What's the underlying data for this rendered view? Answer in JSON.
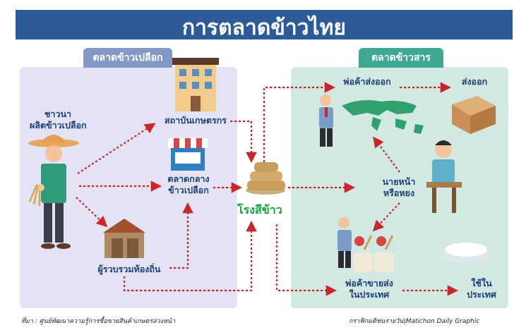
{
  "title": "การตลาดข้าวไทย",
  "left_panel": {
    "tab": "ตลาดข้าวเปลือก",
    "farmer_line1": "ชาวนา",
    "farmer_line2": "ผลิตข้าวเปลือก",
    "institute": "สถาบันเกษตรกร",
    "central_line1": "ตลาดกลาง",
    "central_line2": "ข้าวเปลือก",
    "collector": "ผู้รวบรวมท้องถิ่น"
  },
  "mill": "โรงสีข้าว",
  "right_panel": {
    "tab": "ตลาดข้าวสาร",
    "exporter": "พ่อค้าส่งออก",
    "export": "ส่งออก",
    "broker_line1": "นายหน้า",
    "broker_line2": "หรือหยง",
    "wholesaler_line1": "พ่อค้าขายส่ง",
    "wholesaler_line2": "ในประเทศ",
    "domestic_line1": "ใช้ใน",
    "domestic_line2": "ประเทศ"
  },
  "footer": {
    "source": "ที่มา : ศูนย์พัฒนาความรู้การซื้อขายสินค้าเกษตรล่วงหน้า",
    "credit": "กราฟิกมติชนรายวัน|Matichon Daily Graphic"
  },
  "colors": {
    "title_bg": "#2d5b9a",
    "arrow": "#c8262b",
    "mill_text": "#14a343"
  },
  "icons": [
    "farmer-icon",
    "institute-building-icon",
    "market-shop-icon",
    "barn-icon",
    "rice-sacks-icon",
    "world-map-icon",
    "exporter-man-icon",
    "export-box-icon",
    "broker-man-icon",
    "wholesaler-man-icon",
    "rice-bags-icon",
    "rice-bowl-icon"
  ]
}
